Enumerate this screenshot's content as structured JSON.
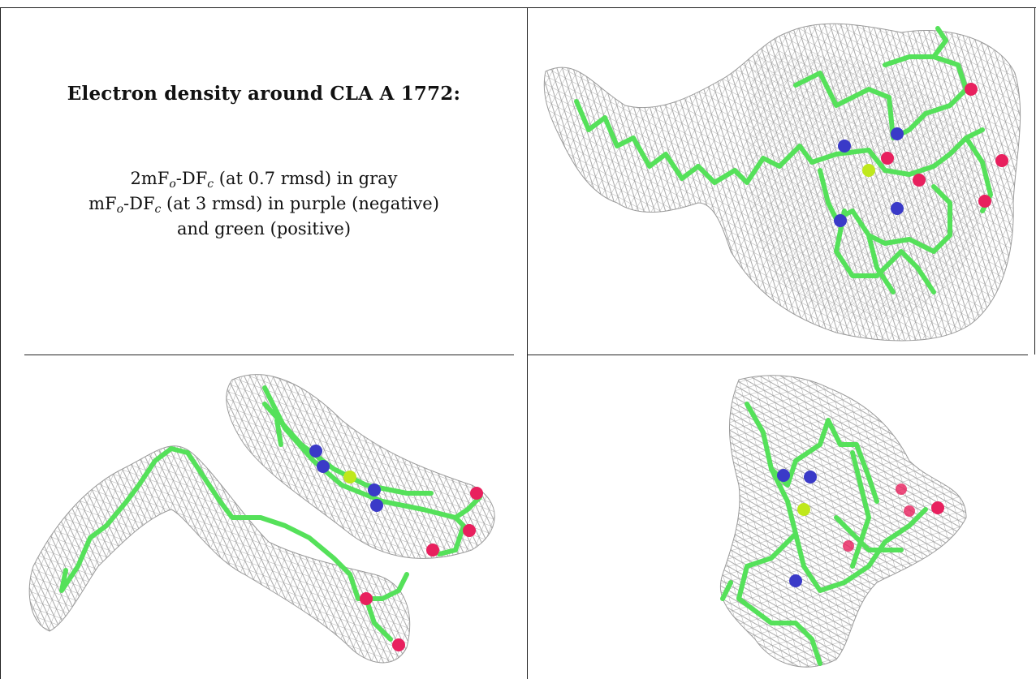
{
  "title": "Electron density around CLA A 1772:",
  "legend": {
    "line1_prefix": "2mF",
    "line1_sub1": "o",
    "line1_mid": "-DF",
    "line1_sub2": "c",
    "line1_suffix": " (at 0.7 rmsd) in gray",
    "line2_prefix": "mF",
    "line2_sub1": "o",
    "line2_mid": "-DF",
    "line2_sub2": "c",
    "line2_suffix": " (at 3 rmsd) in purple (negative)",
    "line3": "and green (positive)"
  },
  "colors": {
    "mesh": "#9a9a9a",
    "carbon": "#55e15a",
    "nitrogen": "#3a3ac8",
    "oxygen": "#e8205e",
    "magnesium": "#bfe81c",
    "rule": "#222222"
  },
  "icons": [
    "density-view-top-right",
    "density-view-bottom-left",
    "density-view-bottom-right"
  ]
}
